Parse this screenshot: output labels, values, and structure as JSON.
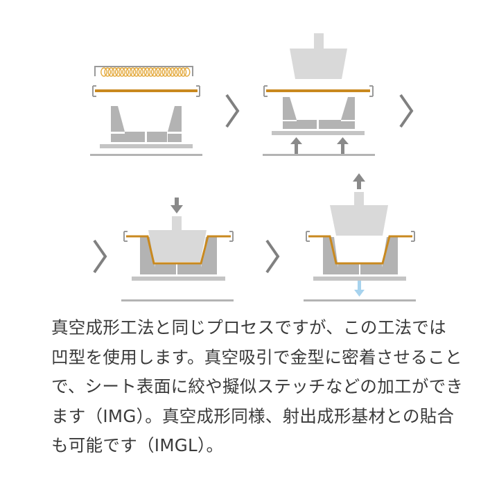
{
  "colors": {
    "mold": "#b3b3b3",
    "platform": "#c4c4c4",
    "tool": "#d9d9d9",
    "sheet": "#c9891f",
    "heater_coil": "#e3a83a",
    "arrow": "#8a8a8a",
    "chevron": "#808080",
    "water_arrow": "#a7d3ee",
    "clamp": "#999999",
    "text": "#3a3a3a"
  },
  "diagram": {
    "steps": [
      {
        "name": "heating",
        "icons": [
          "heater-icon",
          "clamp-icon",
          "sheet-icon",
          "mold-icon",
          "base-line-icon"
        ]
      },
      {
        "name": "mold-up",
        "icons": [
          "top-tool-icon",
          "clamp-icon",
          "sheet-icon",
          "mold-icon",
          "arrow-up-icon"
        ]
      },
      {
        "name": "press-down",
        "icons": [
          "arrow-down-icon",
          "top-tool-icon",
          "formed-sheet-icon",
          "mold-icon"
        ]
      },
      {
        "name": "release",
        "icons": [
          "arrow-up-icon",
          "top-tool-icon",
          "formed-sheet-icon",
          "mold-icon",
          "water-arrow-icon"
        ]
      }
    ],
    "flow_icons": [
      "chevron-right-icon",
      "chevron-right-icon",
      "chevron-right-icon",
      "chevron-right-icon"
    ]
  },
  "description": {
    "lines": [
      "真空成形工法と同じプロセスですが、この工法では",
      "凹型を使用します。真空吸引で金型に密着させること",
      "で、シート表面に絞や擬似ステッチなどの加工ができ",
      "ます（IMG）。真空成形同様、射出成形基材との貼合",
      "も可能です（IMGL）。"
    ]
  }
}
